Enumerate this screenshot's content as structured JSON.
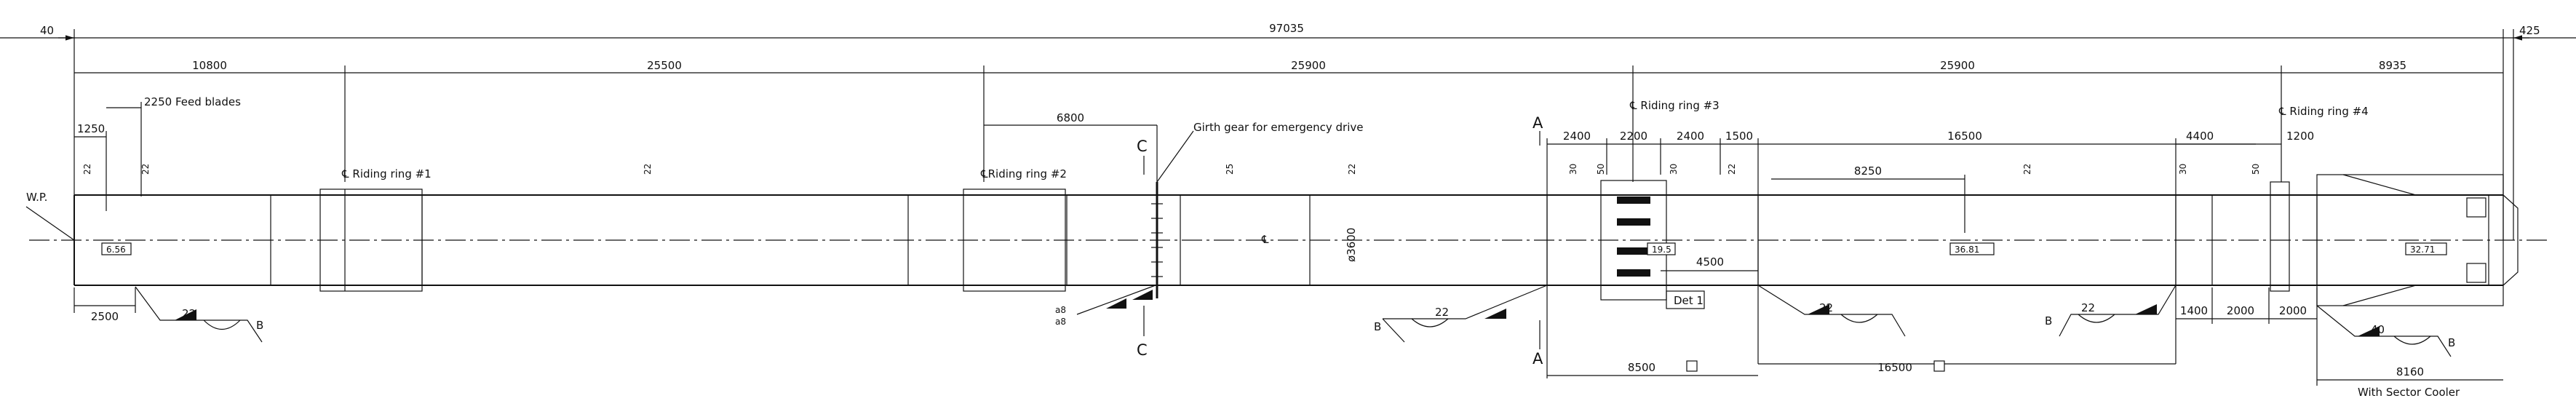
{
  "overall_dimensions": {
    "left_offset": "40",
    "total_length": "97035",
    "right_offset": "425"
  },
  "segment_dimensions": [
    {
      "text": "10800"
    },
    {
      "text": "25500"
    },
    {
      "text": "25900"
    },
    {
      "text": "25900"
    },
    {
      "text": "8935"
    }
  ],
  "sub_dimensions": {
    "d1250": "1250",
    "d2250": "2250 Feed blades",
    "d6800": "6800",
    "d2500": "2500",
    "d2400a": "2400",
    "d2200": "2200",
    "d2400b": "2400",
    "d1500": "1500",
    "d16500": "16500",
    "d8250": "8250",
    "d4500": "4500",
    "d4400": "4400",
    "d1200": "1200",
    "d1400": "1400",
    "d2000a": "2000",
    "d2000b": "2000",
    "d8160": "8160",
    "d8500": "8500",
    "d16500b": "16500"
  },
  "thickness_labels": [
    "22",
    "22",
    "22",
    "25",
    "22",
    "30",
    "50",
    "30",
    "22",
    "22",
    "30",
    "50"
  ],
  "labels": {
    "wp": "W.P.",
    "rr1": "℄ Riding ring #1",
    "rr2": "℄Riding ring #2",
    "rr3": "℄ Riding ring #3",
    "rr4": "℄ Riding ring #4",
    "girth": "Girth gear for emergency drive",
    "diameter": "ø3600",
    "centerline": "℄",
    "det1": "Det 1",
    "sector_cooler": "With Sector Cooler",
    "section_a": "A",
    "section_b": "B",
    "section_c": "C"
  },
  "slope_boxes": {
    "s1": "6.56",
    "s2": "19.5",
    "s3": "36.81",
    "s4": "32.71"
  },
  "weld_symbols": {
    "w1": "22",
    "w2": "22",
    "w3": "22",
    "w4": "22",
    "w5": "40",
    "w6a": "a8",
    "w6b": "a8"
  }
}
